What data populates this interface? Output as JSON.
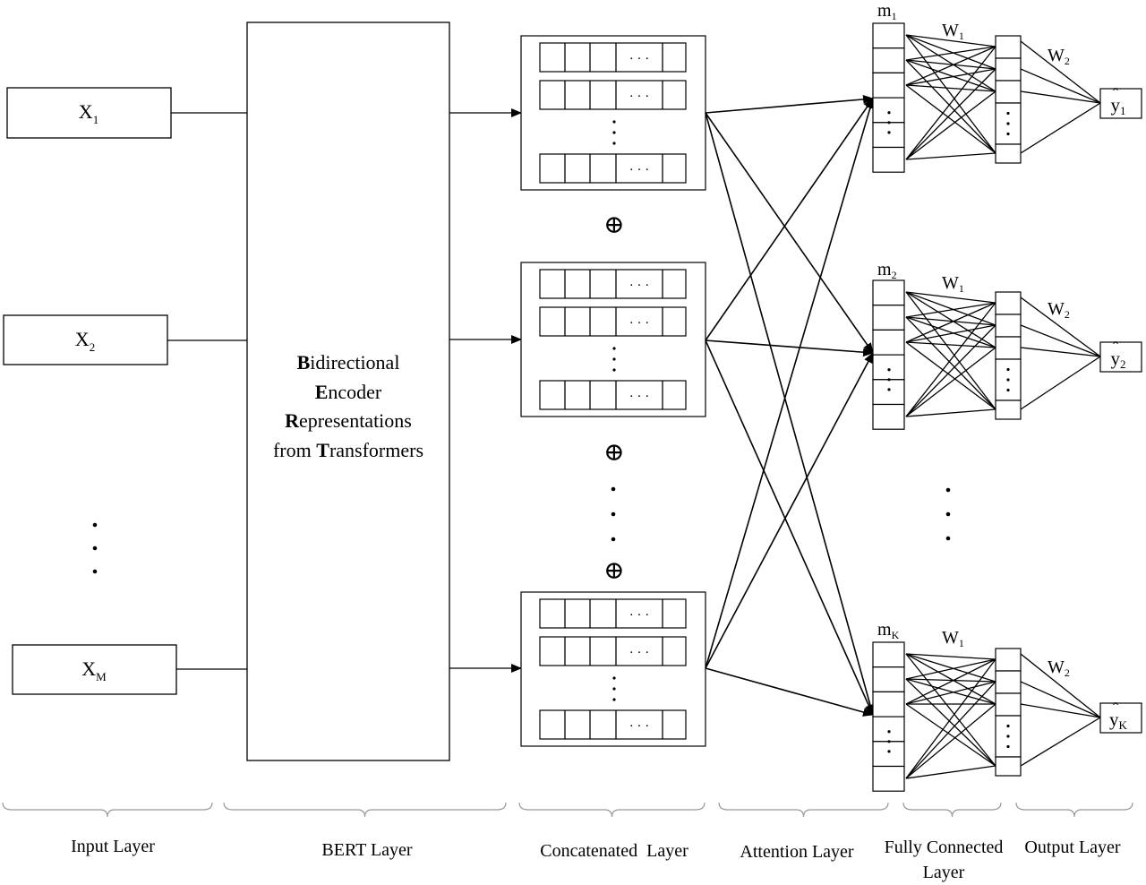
{
  "inputs": [
    {
      "base": "X",
      "sub": "1"
    },
    {
      "base": "X",
      "sub": "2"
    },
    {
      "base": "X",
      "sub": "M"
    }
  ],
  "bert": {
    "lines": [
      {
        "bold": "B",
        "rest": "idirectional"
      },
      {
        "bold": "E",
        "rest": "ncoder"
      },
      {
        "bold": "R",
        "rest": "epresentations"
      },
      {
        "pre": "from ",
        "bold": "T",
        "rest": "ransformers"
      }
    ]
  },
  "concat": {
    "ellipsis": "· · ·",
    "oplus": "⊕"
  },
  "heads": [
    {
      "m_base": "m",
      "m_sub": "1",
      "w1_base": "W",
      "w1_sub": "1",
      "w2_base": "W",
      "w2_sub": "2",
      "y_base": "y",
      "y_hat": "ˆ",
      "y_sub": "1"
    },
    {
      "m_base": "m",
      "m_sub": "2",
      "w1_base": "W",
      "w1_sub": "1",
      "w2_base": "W",
      "w2_sub": "2",
      "y_base": "y",
      "y_hat": "ˆ",
      "y_sub": "2"
    },
    {
      "m_base": "m",
      "m_sub": "K",
      "w1_base": "W",
      "w1_sub": "1",
      "w2_base": "W",
      "w2_sub": "2",
      "y_base": "y",
      "y_hat": "ˆ",
      "y_sub": "K"
    }
  ],
  "layers": {
    "input": "Input Layer",
    "bert": "BERT Layer",
    "concat": "Concatenated  Layer",
    "attention": "Attention Layer",
    "fc_line1": "Fully Connected",
    "fc_line2": "Layer",
    "output": "Output Layer"
  }
}
